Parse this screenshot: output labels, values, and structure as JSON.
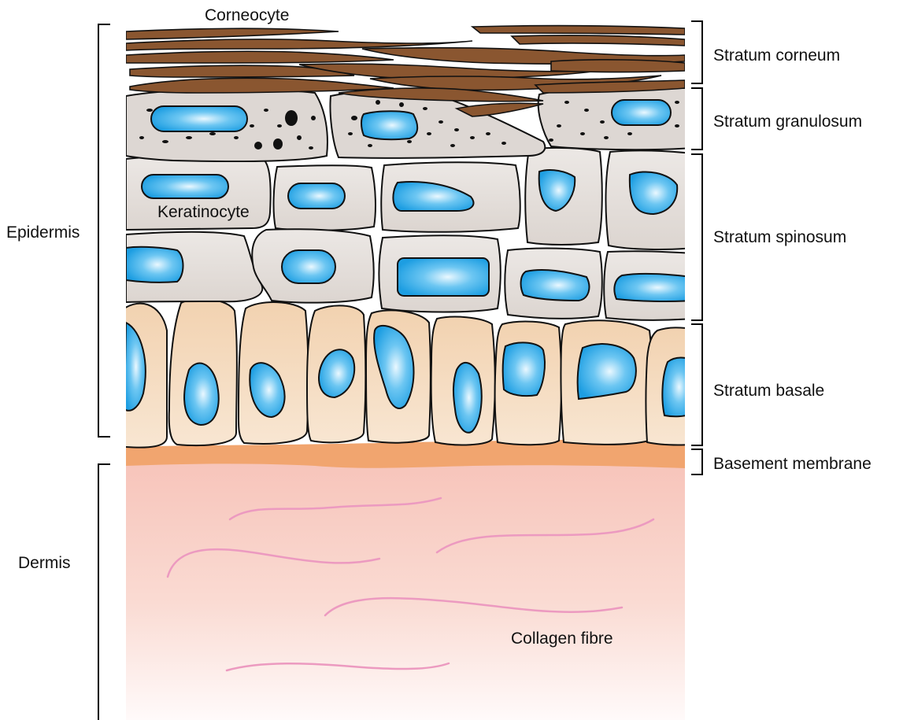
{
  "labels": {
    "corneocyte": "Corneocyte",
    "stratum_corneum": "Stratum corneum",
    "stratum_granulosum": "Stratum granulosum",
    "keratinocyte": "Keratinocyte",
    "stratum_spinosum": "Stratum spinosum",
    "epidermis": "Epidermis",
    "stratum_basale": "Stratum basale",
    "basement_membrane": "Basement membrane",
    "dermis": "Dermis",
    "collagen_fibre": "Collagen fibre"
  },
  "colors": {
    "corneocyte_brown": "#8a5630",
    "granular_cell": "#ddd7d3",
    "spinous_cell": "#e6e1dd",
    "basal_cell": "#f4dcc0",
    "nucleus_blue": "#1d9ee2",
    "nucleus_highlight": "#eaf8ff",
    "basement_membrane": "#f1a56f",
    "dermis_top": "#f7c4ba",
    "collagen": "#ec9ac0",
    "bracket": "#000000"
  }
}
